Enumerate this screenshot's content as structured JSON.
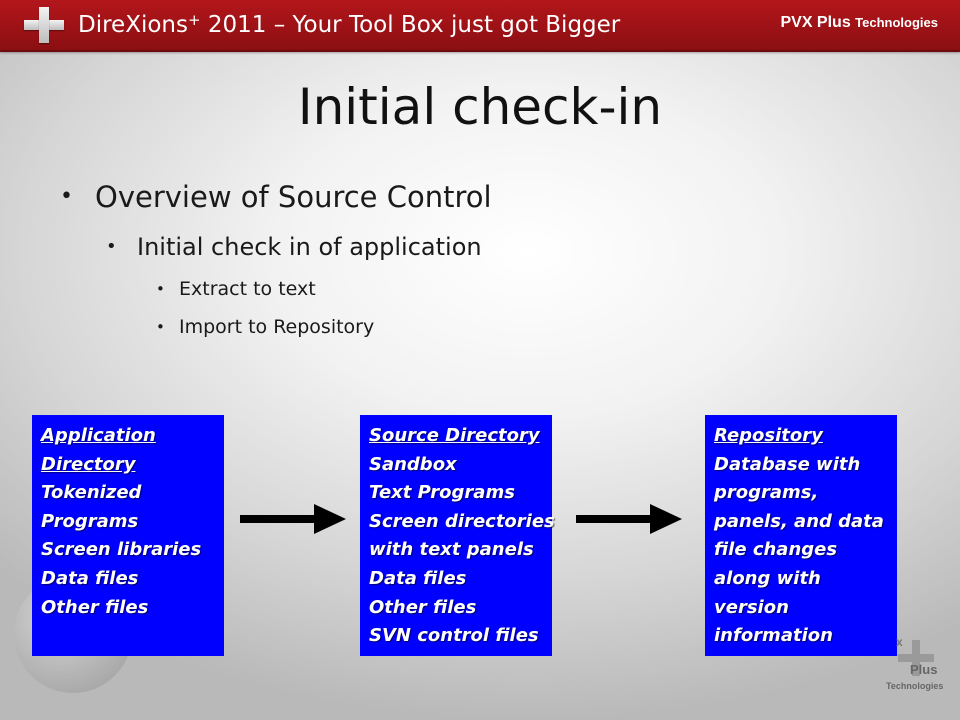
{
  "header": {
    "title_main": "DireXions",
    "title_sup": "+",
    "title_rest": " 2011 – Your Tool Box just got Bigger",
    "brand_main": "PVX Plus",
    "brand_small": "Technologies"
  },
  "slide": {
    "title": "Initial check-in",
    "bullets": [
      {
        "level": 1,
        "text": "Overview of Source Control"
      },
      {
        "level": 2,
        "text": "Initial check in of application"
      },
      {
        "level": 3,
        "text": "Extract to text"
      },
      {
        "level": 3,
        "text": "Import to Repository"
      }
    ]
  },
  "boxes": {
    "application": {
      "header_lines": [
        "Application",
        "Directory"
      ],
      "lines": [
        "Tokenized",
        "Programs",
        "Screen libraries",
        "Data files",
        "Other files"
      ]
    },
    "source": {
      "header_lines": [
        "Source Directory"
      ],
      "lines": [
        "Sandbox",
        "Text Programs",
        "Screen directories",
        "with text panels",
        "Data files",
        "Other files",
        "SVN control files"
      ]
    },
    "repository": {
      "header_lines": [
        "Repository"
      ],
      "lines": [
        "Database with",
        "programs,",
        "panels, and data",
        "file changes",
        "along with",
        "version",
        "information"
      ]
    }
  },
  "watermark": {
    "x": "x",
    "plus": "Plus",
    "tech": "Technologies"
  },
  "colors": {
    "header_red": "#a3151a",
    "box_blue": "#0000ff",
    "text": "#1a1a1a"
  },
  "icons": [
    "plus-logo-icon",
    "right-arrow-icon",
    "globe-icon"
  ]
}
